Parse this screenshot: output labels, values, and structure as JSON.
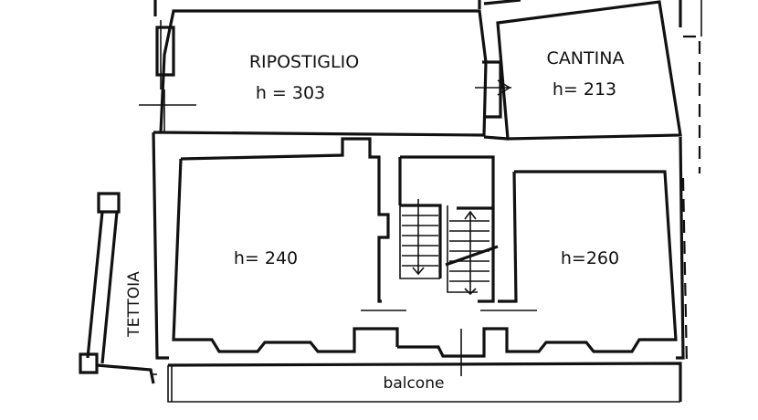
{
  "floorplan": {
    "rooms": [
      {
        "name": "RIPOSTIGLIO",
        "height": "h = 303"
      },
      {
        "name": "CANTINA",
        "height": "h= 213"
      },
      {
        "name": "",
        "height": "h= 240"
      },
      {
        "name": "",
        "height": "h=260"
      }
    ],
    "labels": {
      "tettoia": "TETTOIA",
      "balcone": "balcone"
    }
  }
}
